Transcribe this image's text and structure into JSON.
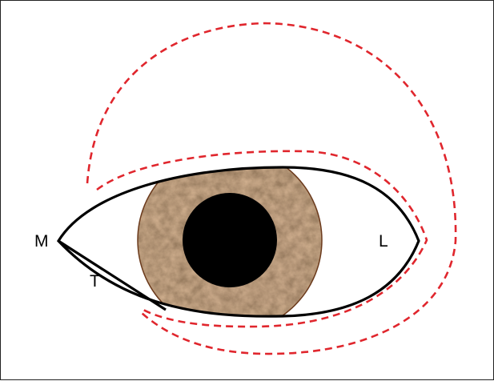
{
  "diagram": {
    "labels": {
      "medial": "M",
      "lateral": "L",
      "triangle": "T"
    },
    "colors": {
      "outline": "#000000",
      "dashed": "#e0262d",
      "iris_base": "#5a3c26",
      "pupil": "#000000"
    }
  }
}
